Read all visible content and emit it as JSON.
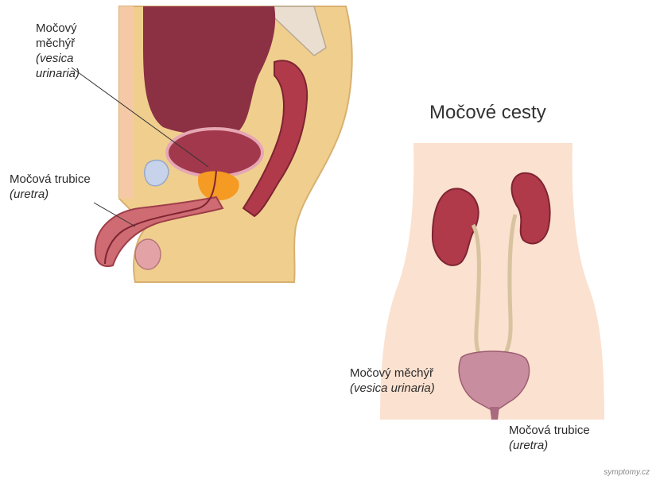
{
  "side_view": {
    "bladder": {
      "name": "Močový",
      "name2": "měchýř",
      "latin": "(vesica",
      "latin2": "urinaria)"
    },
    "urethra": {
      "name": "Močová trubice",
      "latin": "(uretra)"
    }
  },
  "front_view": {
    "title": "Močové cesty",
    "bladder": {
      "name": "Močový měchýř",
      "latin": "(vesica urinaria)"
    },
    "urethra": {
      "name": "Močová trubice",
      "latin": "(uretra)"
    }
  },
  "credit": "symptomy.cz",
  "colors": {
    "skin": "#fbe1cf",
    "fat": "#f0cf8e",
    "organ": "#b03a4a",
    "organ_dark": "#7e2432",
    "bladder": "#c98da0",
    "prostate": "#f59a23",
    "bone": "#e9ded0"
  }
}
